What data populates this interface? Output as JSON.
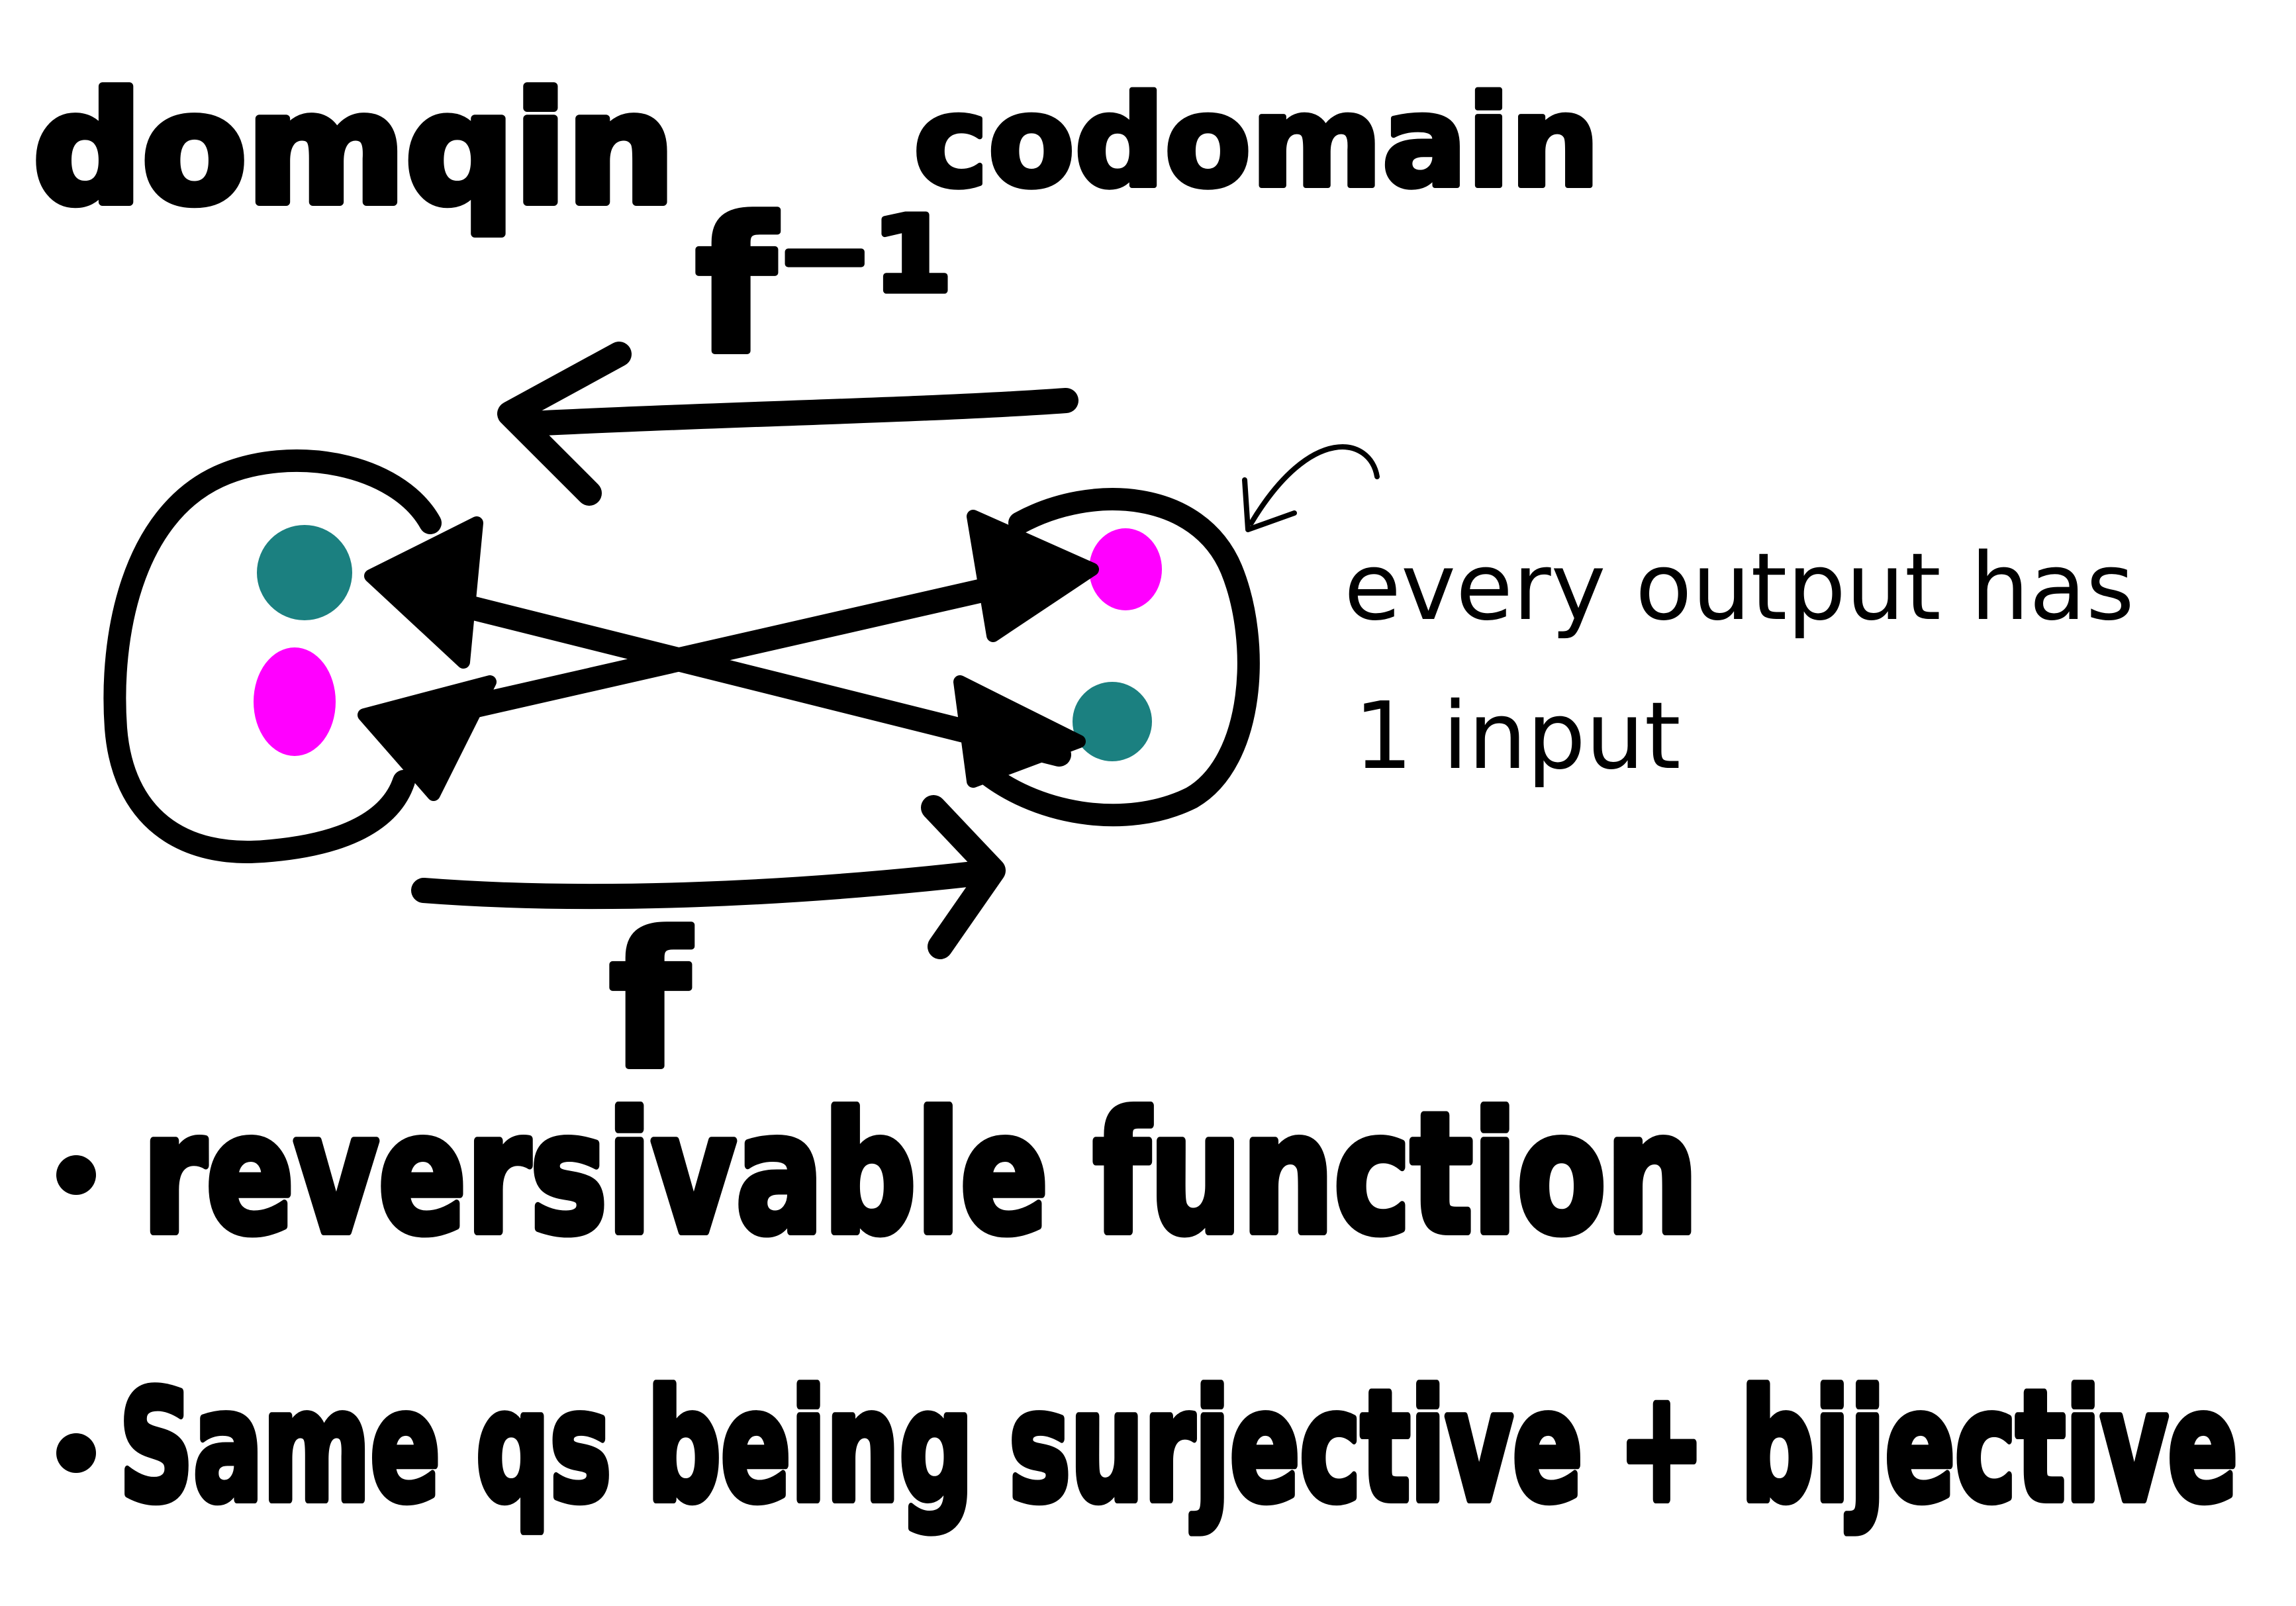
{
  "labels": {
    "domain": "domqin",
    "codomain": "codomain",
    "f_inverse": "f⁻¹",
    "f": "f",
    "annotation_line1": "every output has",
    "annotation_line2": "1 input"
  },
  "bullets": [
    {
      "text": "reversivable function"
    },
    {
      "text": "Same qs being surjective + bijective"
    }
  ],
  "colors": {
    "teal": "#1b8080",
    "magenta": "#ff00ff",
    "ink": "#000000",
    "paper": "#ffffff"
  },
  "elements": {
    "domain_dots": [
      "teal",
      "magenta"
    ],
    "codomain_dots": [
      "magenta",
      "teal"
    ]
  }
}
